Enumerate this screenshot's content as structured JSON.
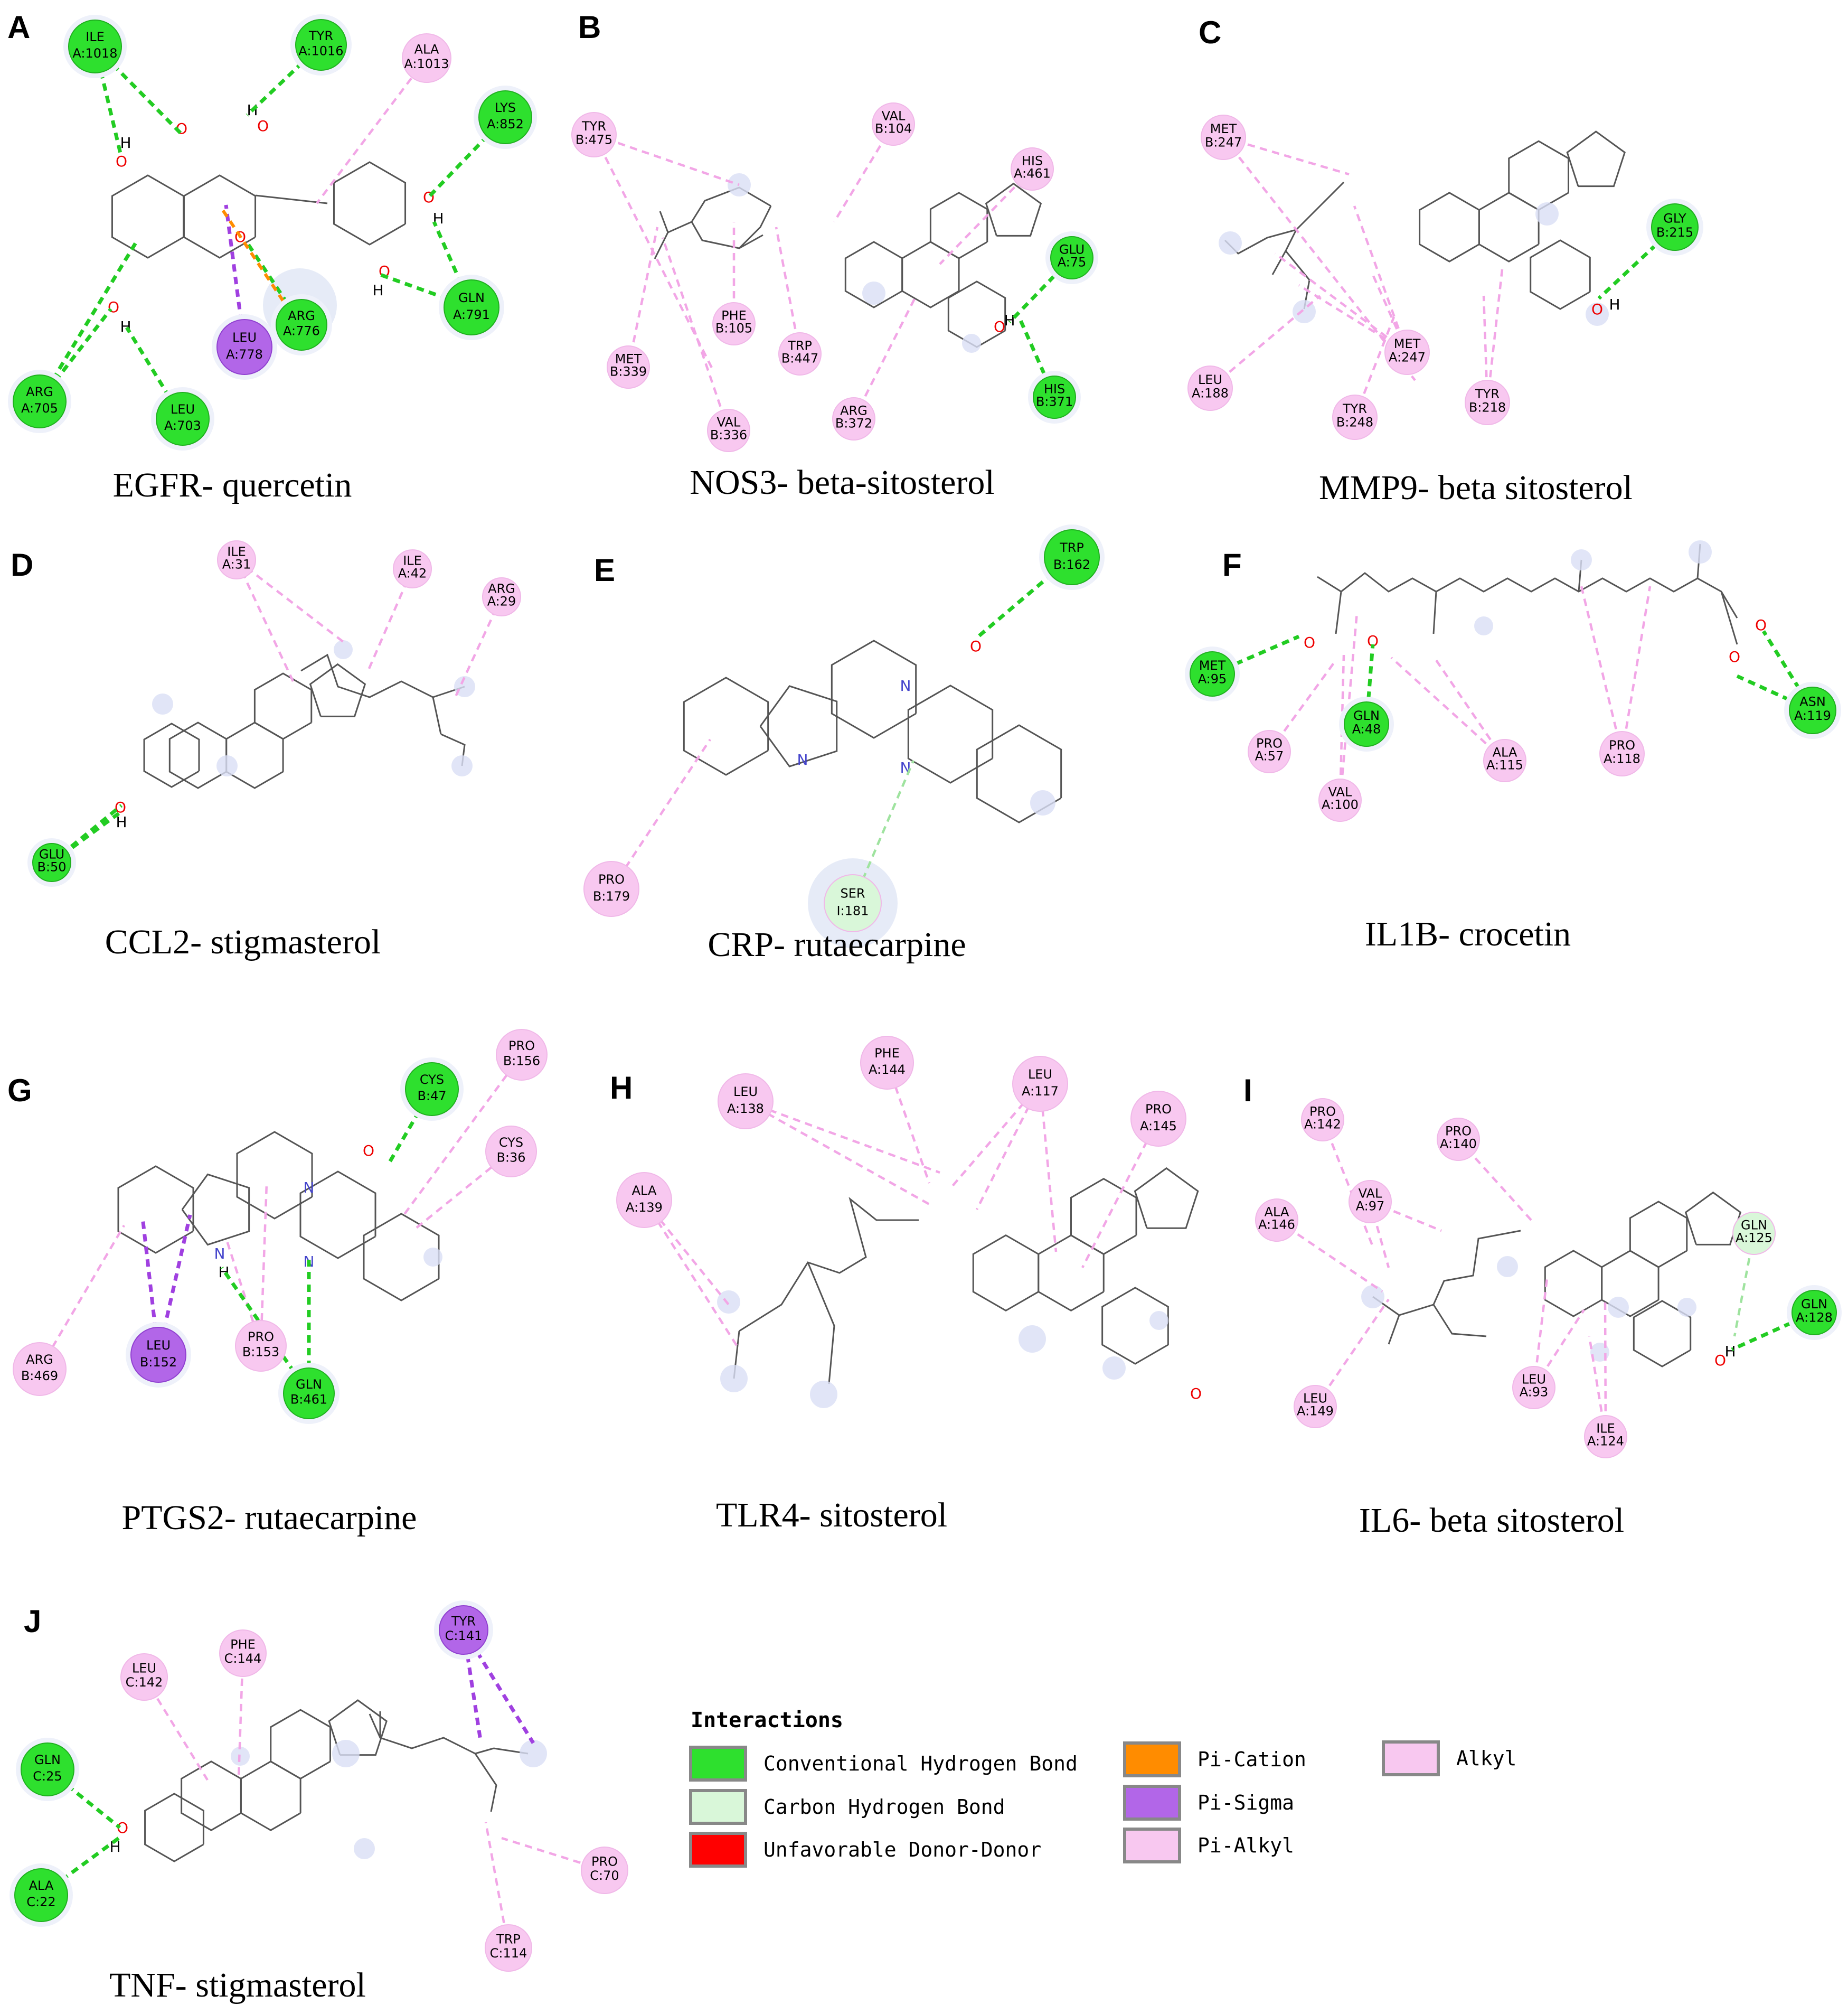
{
  "colors": {
    "conventional_hbond": "#2ee02e",
    "carbon_hbond": "#d9f7d9",
    "unfavorable": "#ff0000",
    "pi_cation": "#ff8c00",
    "pi_sigma": "#b266e8",
    "pi_alkyl": "#f8c8f0",
    "alkyl": "#f8c8f0"
  },
  "panels": [
    {
      "label": "A",
      "caption": "EGFR- quercetin",
      "residues": [
        {
          "l1": "ILE",
          "l2": "A:1018",
          "kind": "hbond"
        },
        {
          "l1": "TYR",
          "l2": "A:1016",
          "kind": "hbond"
        },
        {
          "l1": "ALA",
          "l2": "A:1013",
          "kind": "alkyl"
        },
        {
          "l1": "LYS",
          "l2": "A:852",
          "kind": "hbond"
        },
        {
          "l1": "GLN",
          "l2": "A:791",
          "kind": "hbond"
        },
        {
          "l1": "ARG",
          "l2": "A:776",
          "kind": "hbond"
        },
        {
          "l1": "LEU",
          "l2": "A:778",
          "kind": "pisigma"
        },
        {
          "l1": "ARG",
          "l2": "A:705",
          "kind": "hbond"
        },
        {
          "l1": "LEU",
          "l2": "A:703",
          "kind": "hbond"
        }
      ]
    },
    {
      "label": "B",
      "caption": "NOS3- beta-sitosterol",
      "residues": [
        {
          "l1": "TYR",
          "l2": "B:475",
          "kind": "alkyl"
        },
        {
          "l1": "VAL",
          "l2": "B:104",
          "kind": "alkyl"
        },
        {
          "l1": "HIS",
          "l2": "A:461",
          "kind": "alkyl"
        },
        {
          "l1": "GLU",
          "l2": "A:75",
          "kind": "hbond"
        },
        {
          "l1": "HIS",
          "l2": "B:371",
          "kind": "hbond"
        },
        {
          "l1": "PHE",
          "l2": "B:105",
          "kind": "alkyl"
        },
        {
          "l1": "TRP",
          "l2": "B:447",
          "kind": "alkyl"
        },
        {
          "l1": "MET",
          "l2": "B:339",
          "kind": "alkyl"
        },
        {
          "l1": "VAL",
          "l2": "B:336",
          "kind": "alkyl"
        },
        {
          "l1": "ARG",
          "l2": "B:372",
          "kind": "alkyl"
        }
      ]
    },
    {
      "label": "C",
      "caption": "MMP9- beta sitosterol",
      "residues": [
        {
          "l1": "MET",
          "l2": "B:247",
          "kind": "alkyl"
        },
        {
          "l1": "GLY",
          "l2": "B:215",
          "kind": "hbond"
        },
        {
          "l1": "MET",
          "l2": "A:247",
          "kind": "alkyl"
        },
        {
          "l1": "LEU",
          "l2": "A:188",
          "kind": "alkyl"
        },
        {
          "l1": "TYR",
          "l2": "B:248",
          "kind": "alkyl"
        },
        {
          "l1": "TYR",
          "l2": "B:218",
          "kind": "alkyl"
        }
      ]
    },
    {
      "label": "D",
      "caption": "CCL2- stigmasterol",
      "residues": [
        {
          "l1": "ILE",
          "l2": "A:31",
          "kind": "alkyl"
        },
        {
          "l1": "ILE",
          "l2": "A:42",
          "kind": "alkyl"
        },
        {
          "l1": "ARG",
          "l2": "A:29",
          "kind": "alkyl"
        },
        {
          "l1": "GLU",
          "l2": "B:50",
          "kind": "hbond"
        }
      ]
    },
    {
      "label": "E",
      "caption": "CRP- rutaecarpine",
      "residues": [
        {
          "l1": "TRP",
          "l2": "B:162",
          "kind": "hbond"
        },
        {
          "l1": "PRO",
          "l2": "B:179",
          "kind": "alkyl"
        },
        {
          "l1": "SER",
          "l2": "I:181",
          "kind": "carbon"
        }
      ]
    },
    {
      "label": "F",
      "caption": "IL1B- crocetin",
      "residues": [
        {
          "l1": "MET",
          "l2": "A:95",
          "kind": "hbond"
        },
        {
          "l1": "GLN",
          "l2": "A:48",
          "kind": "hbond"
        },
        {
          "l1": "PRO",
          "l2": "A:57",
          "kind": "alkyl"
        },
        {
          "l1": "VAL",
          "l2": "A:100",
          "kind": "alkyl"
        },
        {
          "l1": "ALA",
          "l2": "A:115",
          "kind": "alkyl"
        },
        {
          "l1": "PRO",
          "l2": "A:118",
          "kind": "alkyl"
        },
        {
          "l1": "ASN",
          "l2": "A:119",
          "kind": "hbond"
        }
      ]
    },
    {
      "label": "G",
      "caption": "PTGS2- rutaecarpine",
      "residues": [
        {
          "l1": "CYS",
          "l2": "B:47",
          "kind": "hbond"
        },
        {
          "l1": "PRO",
          "l2": "B:156",
          "kind": "alkyl"
        },
        {
          "l1": "CYS",
          "l2": "B:36",
          "kind": "alkyl"
        },
        {
          "l1": "ARG",
          "l2": "B:469",
          "kind": "alkyl"
        },
        {
          "l1": "LEU",
          "l2": "B:152",
          "kind": "pisigma"
        },
        {
          "l1": "PRO",
          "l2": "B:153",
          "kind": "alkyl"
        },
        {
          "l1": "GLN",
          "l2": "B:461",
          "kind": "hbond"
        }
      ]
    },
    {
      "label": "H",
      "caption": "TLR4- sitosterol",
      "residues": [
        {
          "l1": "LEU",
          "l2": "A:138",
          "kind": "alkyl"
        },
        {
          "l1": "PHE",
          "l2": "A:144",
          "kind": "alkyl"
        },
        {
          "l1": "LEU",
          "l2": "A:117",
          "kind": "alkyl"
        },
        {
          "l1": "PRO",
          "l2": "A:145",
          "kind": "alkyl"
        },
        {
          "l1": "ALA",
          "l2": "A:139",
          "kind": "alkyl"
        }
      ]
    },
    {
      "label": "I",
      "caption": "IL6- beta sitosterol",
      "residues": [
        {
          "l1": "PRO",
          "l2": "A:142",
          "kind": "alkyl"
        },
        {
          "l1": "PRO",
          "l2": "A:140",
          "kind": "alkyl"
        },
        {
          "l1": "ALA",
          "l2": "A:146",
          "kind": "alkyl"
        },
        {
          "l1": "VAL",
          "l2": "A:97",
          "kind": "alkyl"
        },
        {
          "l1": "GLN",
          "l2": "A:125",
          "kind": "carbon"
        },
        {
          "l1": "GLN",
          "l2": "A:128",
          "kind": "hbond"
        },
        {
          "l1": "LEU",
          "l2": "A:149",
          "kind": "alkyl"
        },
        {
          "l1": "LEU",
          "l2": "A:93",
          "kind": "alkyl"
        },
        {
          "l1": "ILE",
          "l2": "A:124",
          "kind": "alkyl"
        }
      ]
    },
    {
      "label": "J",
      "caption": "TNF- stigmasterol",
      "residues": [
        {
          "l1": "LEU",
          "l2": "C:142",
          "kind": "alkyl"
        },
        {
          "l1": "PHE",
          "l2": "C:144",
          "kind": "alkyl"
        },
        {
          "l1": "TYR",
          "l2": "C:141",
          "kind": "pisigma"
        },
        {
          "l1": "GLN",
          "l2": "C:25",
          "kind": "hbond"
        },
        {
          "l1": "ALA",
          "l2": "C:22",
          "kind": "hbond"
        },
        {
          "l1": "PRO",
          "l2": "C:70",
          "kind": "alkyl"
        },
        {
          "l1": "TRP",
          "l2": "C:114",
          "kind": "alkyl"
        }
      ]
    }
  ],
  "legend": {
    "title": "Interactions",
    "items": [
      {
        "label": "Conventional Hydrogen Bond",
        "color": "#2ee02e"
      },
      {
        "label": "Carbon Hydrogen Bond",
        "color": "#d9f7d9"
      },
      {
        "label": "Unfavorable Donor-Donor",
        "color": "#ff0000"
      },
      {
        "label": "Pi-Cation",
        "color": "#ff8c00"
      },
      {
        "label": "Pi-Sigma",
        "color": "#b266e8"
      },
      {
        "label": "Pi-Alkyl",
        "color": "#f8c8f0"
      },
      {
        "label": "Alkyl",
        "color": "#f8c8f0"
      }
    ]
  }
}
